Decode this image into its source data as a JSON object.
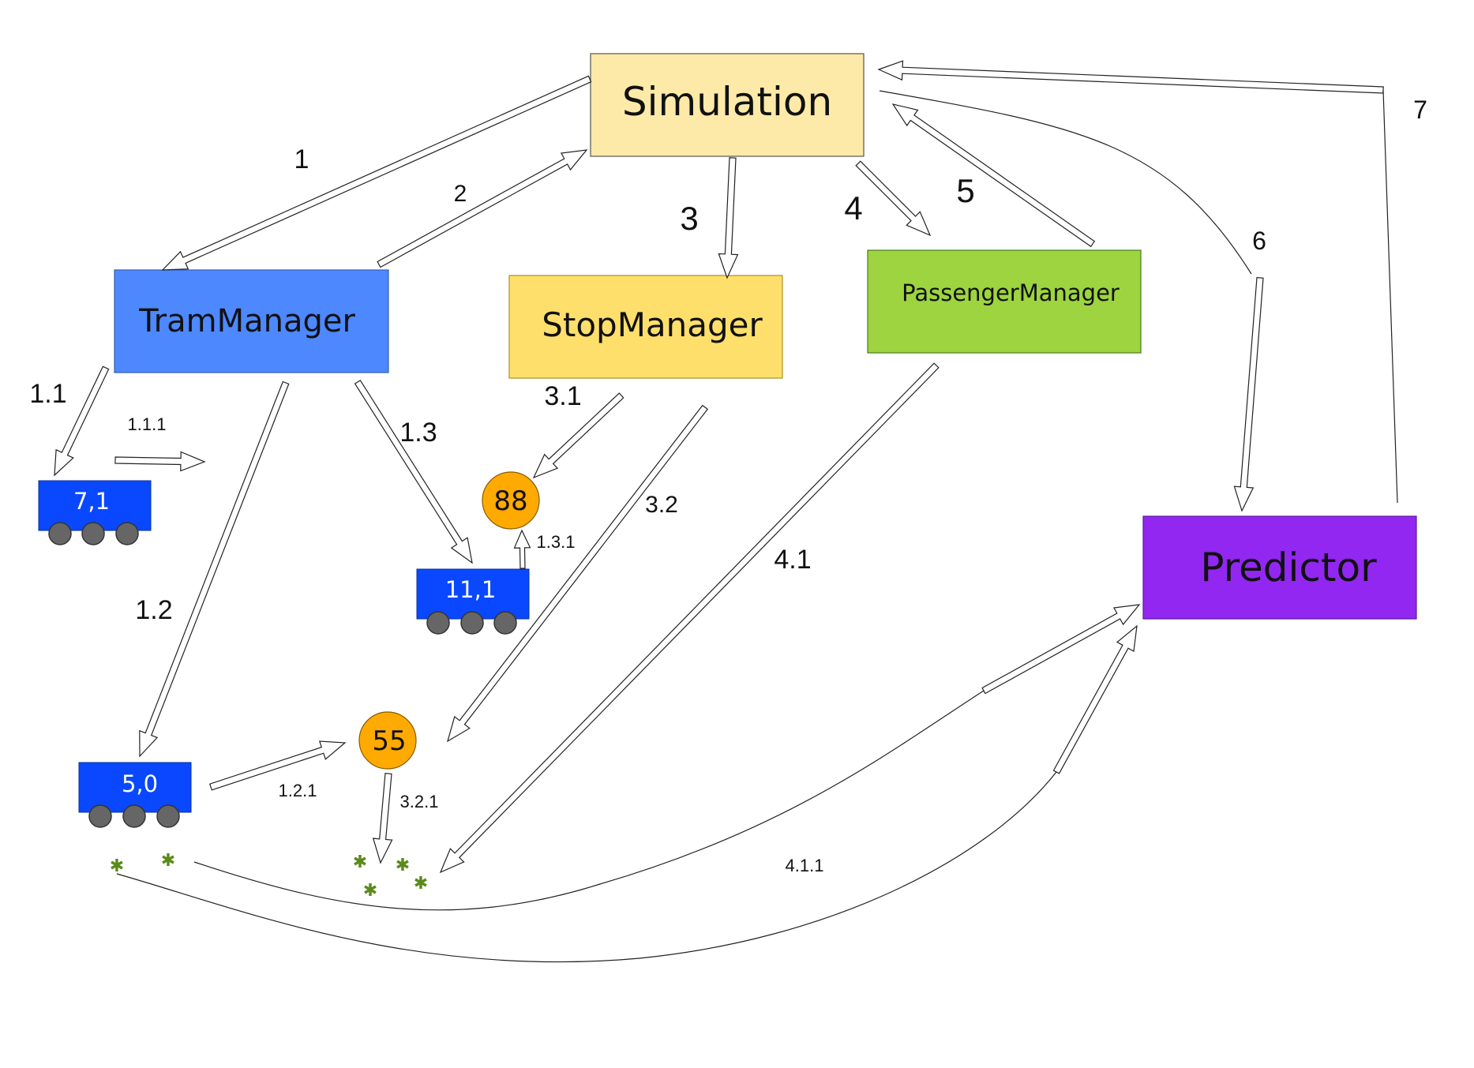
{
  "nodes": {
    "simulation": {
      "label": "Simulation",
      "color": "#fdeaa8"
    },
    "tram_manager": {
      "label": "TramManager",
      "color": "#4d88ff"
    },
    "stop_manager": {
      "label": "StopManager",
      "color": "#ffdf6b"
    },
    "passenger_manager": {
      "label": "PassengerManager",
      "color": "#9dd43f"
    },
    "predictor": {
      "label": "Predictor",
      "color": "#9127f0"
    }
  },
  "trams": [
    {
      "label": "7,1",
      "color": "#0a48ff"
    },
    {
      "label": "11,1",
      "color": "#0a48ff"
    },
    {
      "label": "5,0",
      "color": "#0a48ff"
    }
  ],
  "stops": [
    {
      "label": "88",
      "color": "#ffaa00"
    },
    {
      "label": "55",
      "color": "#ffaa00"
    }
  ],
  "passenger_icon": {
    "icon": "asterisk-icon",
    "color": "#5a8a1a"
  },
  "edge_labels": {
    "e1": "1",
    "e2": "2",
    "e3": "3",
    "e4": "4",
    "e5": "5",
    "e6": "6",
    "e7": "7",
    "e1_1": "1.1",
    "e1_1_1": "1.1.1",
    "e1_2": "1.2",
    "e1_2_1": "1.2.1",
    "e1_3": "1.3",
    "e1_3_1": "1.3.1",
    "e3_1": "3.1",
    "e3_2": "3.2",
    "e3_2_1": "3.2.1",
    "e4_1": "4.1",
    "e4_1_1": "4.1.1"
  }
}
